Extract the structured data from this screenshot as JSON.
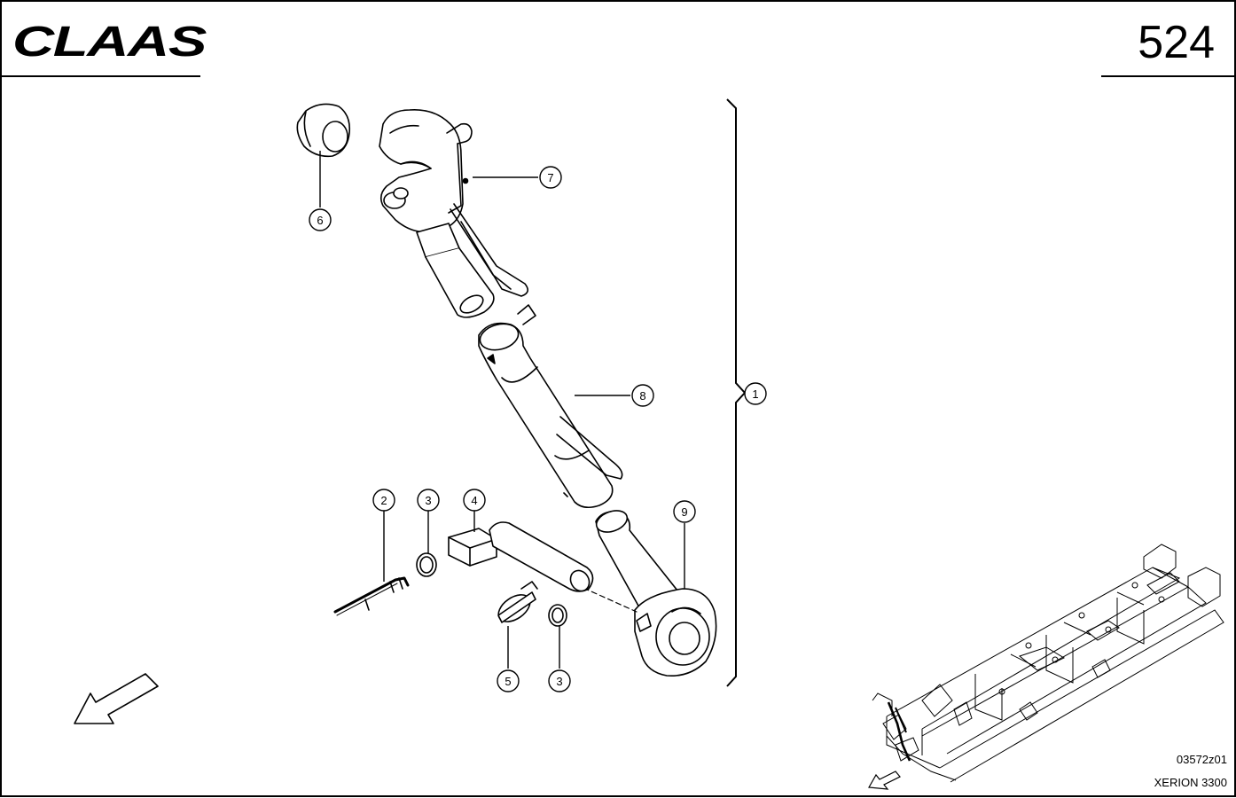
{
  "header": {
    "brand": "CLAAS",
    "page_number": "524"
  },
  "callouts": [
    "1",
    "2",
    "3",
    "3",
    "4",
    "5",
    "6",
    "7",
    "8",
    "9"
  ],
  "footer": {
    "drawing_code": "03572z01",
    "model": "XERION 3300"
  },
  "colors": {
    "ink": "#000000",
    "paper": "#ffffff"
  }
}
